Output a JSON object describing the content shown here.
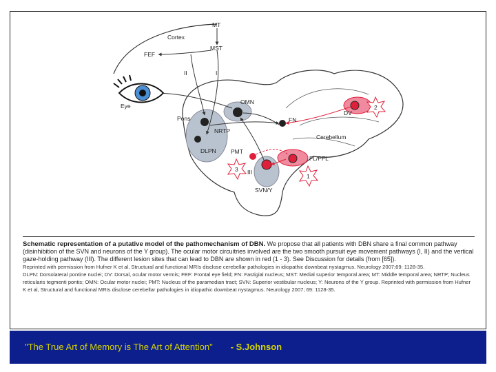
{
  "diagram": {
    "labels": {
      "mt": "MT",
      "cortex": "Cortex",
      "mst": "MST",
      "fef": "FEF",
      "path_ii": "II",
      "path_i": "I",
      "eye": "Eye",
      "omn": "OMN",
      "nrtp": "NRTP",
      "pons": "Pons",
      "dlpn": "DLPN",
      "fn": "FN",
      "dv": "DV",
      "cerebellum": "Cerebellum",
      "pmt": "PMT",
      "path_iii": "III",
      "fl_pfl": "FL/PFL",
      "svn_y": "SVN/Y",
      "lesion_1": "1",
      "lesion_2": "2",
      "lesion_3": "3"
    },
    "colors": {
      "lesion_red": "#e0203a",
      "lesion_pink": "#f08a9e",
      "region_gray": "#b9c3cf",
      "outline": "#333333",
      "iris_blue": "#4b8fd6"
    }
  },
  "caption": {
    "title_bold": "Schematic representation of a putative model of the pathomechanism of DBN.",
    "body": "We propose that all patients with DBN share a final common pathway (disinhibition of the SVN and neurons of the Y group). The ocular motor circuitries involved are the two smooth pursuit eye movement pathways (I, II) and the vertical gaze-holding pathway (III). The different lesion sites that can lead to DBN are shown in red (1 - 3). See Discussion for details (from [65]).",
    "reprint_1": "Reprinted with permission from Hufner K et al, Structural and functional MRIs disclose cerebellar pathologies in idiopathic downbeat nystagmus. Neurology 2007;69: 1128-35.",
    "abbreviations": "DLPN: Dorsolateral pontine nuclei; DV: Dorsal, ocular motor vermis; FEF: Frontal eye field; FN: Fastigial nucleus; MST: Medial superior temporal area; MT: Middle temporal area; NRTP; Nucleus reticularis tegmenti pontis; OMN: Ocular motor nuclei; PMT: Nucleus of the paramedian tract; SVN: Superior vestibular nucleus; Y: Neurons of the Y group. Reprinted with permission from Hufner K et al, Structural and functional MRIs disclose cerebellar pathologies in idiopathic downbeat nystagmus. Neurology 2007; 69: 1128-35."
  },
  "banner": {
    "quote": "\"The True Art of Memory is The Art of Attention\"",
    "author": "- S.Johnson",
    "background": "#0d1f8c",
    "text_color": "#d4d400"
  }
}
